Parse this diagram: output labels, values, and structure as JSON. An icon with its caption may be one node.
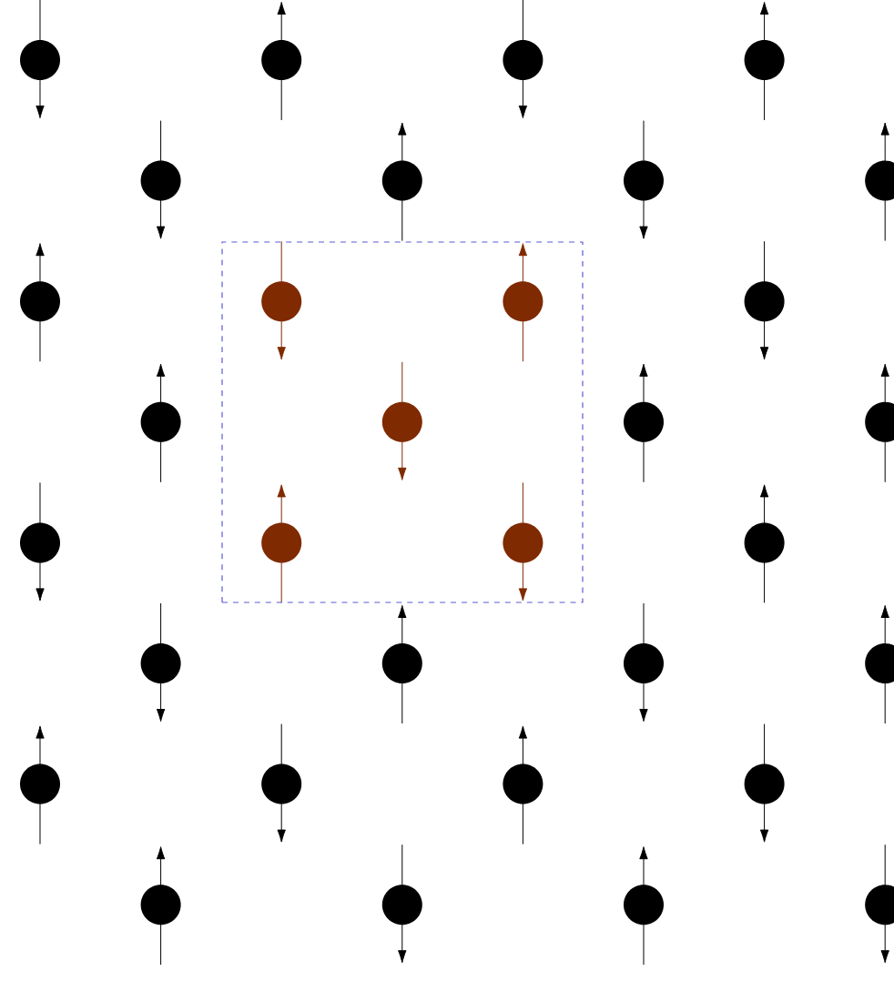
{
  "diagram": {
    "nodes": [
      {
        "text": [],
        "shape": "box"
      },
      {
        "text": [],
        "shape": "circle"
      },
      {
        "text": [],
        "shape": "circle"
      },
      {
        "text": [],
        "shape": "circle"
      },
      {
        "text": [],
        "shape": "circle"
      },
      {
        "text": [],
        "shape": "circle"
      },
      {
        "text": [],
        "shape": "circle"
      },
      {
        "text": [],
        "shape": "circle"
      },
      {
        "text": [],
        "shape": "circle"
      },
      {
        "text": [],
        "shape": "circle"
      },
      {
        "text": [],
        "shape": "circle",
        "in": 0
      },
      {
        "text": [],
        "shape": "circle",
        "in": 0
      },
      {
        "text": [],
        "shape": "circle"
      },
      {
        "text": [],
        "shape": "circle"
      },
      {
        "text": [],
        "shape": "circle",
        "in": 0
      },
      {
        "text": [],
        "shape": "circle"
      },
      {
        "text": [],
        "shape": "circle"
      },
      {
        "text": [],
        "shape": "circle"
      },
      {
        "text": [],
        "shape": "circle",
        "in": 0
      },
      {
        "text": [],
        "shape": "circle",
        "in": 0
      },
      {
        "text": [],
        "shape": "circle"
      },
      {
        "text": [],
        "shape": "circle"
      },
      {
        "text": [],
        "shape": "circle"
      },
      {
        "text": [],
        "shape": "circle"
      },
      {
        "text": [],
        "shape": "circle"
      },
      {
        "text": [],
        "shape": "circle"
      },
      {
        "text": [],
        "shape": "circle"
      },
      {
        "text": [],
        "shape": "circle"
      },
      {
        "text": [],
        "shape": "circle"
      },
      {
        "text": [],
        "shape": "circle"
      },
      {
        "text": [],
        "shape": "circle"
      },
      {
        "text": [],
        "shape": "circle"
      },
      {
        "text": [],
        "shape": "circle"
      }
    ]
  }
}
